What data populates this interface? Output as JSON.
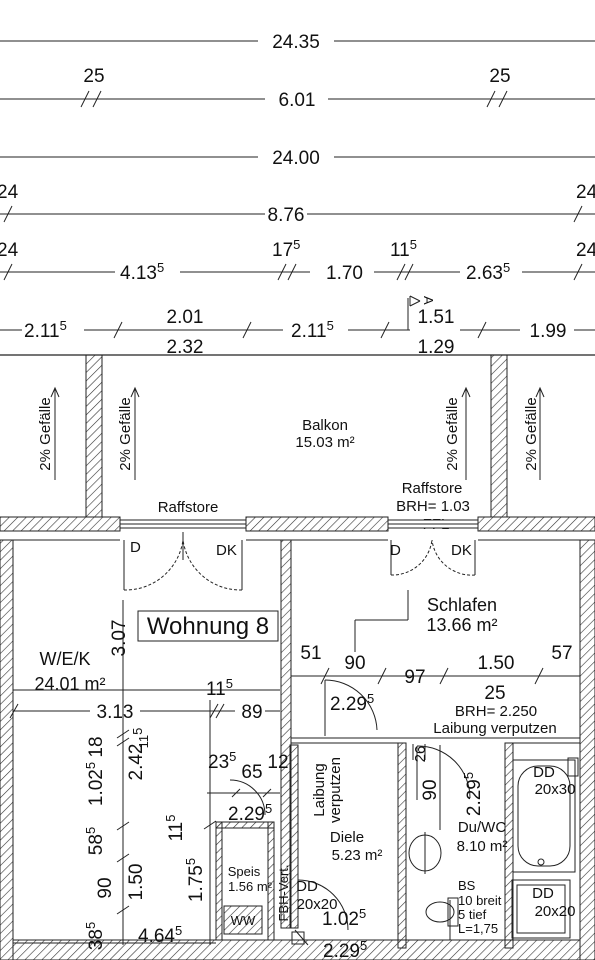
{
  "dims": {
    "overall": "24.35",
    "left_25": "25",
    "right_25": "25",
    "w601": "6.01",
    "w2400": "24.00",
    "l24a": "24",
    "r24a": "24",
    "w876": "8.76",
    "l24b": "24",
    "r24b": "24",
    "d175": "17",
    "d115": "11",
    "sup5": "5",
    "w4135": "4.13",
    "w170": "1.70",
    "w2635": "2.63",
    "w2115a": "2.11",
    "w201": "2.01",
    "w232": "2.32",
    "w2115b": "2.11",
    "w151": "1.51",
    "w129": "1.29",
    "w199": "1.99",
    "d51": "51",
    "d90a": "90",
    "d97": "97",
    "d150a": "1.50",
    "d57": "57",
    "d25": "25",
    "d2295a": "2.29",
    "d307": "3.07",
    "d313": "3.13",
    "d115b": "11",
    "d89": "89",
    "d18": "18",
    "d1025a": "1.02",
    "d242": "2.42",
    "d115c": "11",
    "d235": "23",
    "d65": "65",
    "d12": "12",
    "d2295b": "2.29",
    "d26": "26",
    "d90b": "90",
    "d2295c": "2.29",
    "d115d": "11",
    "d585": "58",
    "d90c": "90",
    "d150b": "1.50",
    "d1755": "1.75",
    "d385": "38",
    "d4645": "4.64",
    "d1025b": "1.02",
    "d2295d": "2.29"
  },
  "labels": {
    "slope": "2% Gefälle",
    "balkon": "Balkon",
    "balkon_area": "15.03 m²",
    "raffstore1": "Raffstore",
    "raffstore2": "Raffstore",
    "brh103": "BRH= 1.03",
    "ffl": "FFL",
    "d1": "D",
    "dk1": "DK",
    "d2": "D",
    "dk2": "DK",
    "a_mark": "A",
    "wohnung": "Wohnung 8",
    "schlafen": "Schlafen",
    "schlafen_area": "13.66 m²",
    "wek": "W/E/K",
    "wek_area": "24.01 m²",
    "brh2250": "BRH= 2.250",
    "laibung": "Laibung verputzen",
    "laibung_v1": "Laibung",
    "laibung_v2": "verputzen",
    "diele": "Diele",
    "diele_area": "5.23 m²",
    "speis": "Speis",
    "speis_area": "1.56 m²",
    "fbh": "FBH-Vert.",
    "dd1": "DD",
    "dd1_size": "20x20",
    "ww": "WW",
    "duwc": "Du/WC",
    "duwc_area": "8.10 m²",
    "dd2": "DD",
    "dd2_size": "20x30",
    "bs": "BS",
    "bs1": "10 breit",
    "bs2": "5 tief",
    "bs3": "L=1,75",
    "dd3": "DD",
    "dd3_size": "20x20"
  }
}
